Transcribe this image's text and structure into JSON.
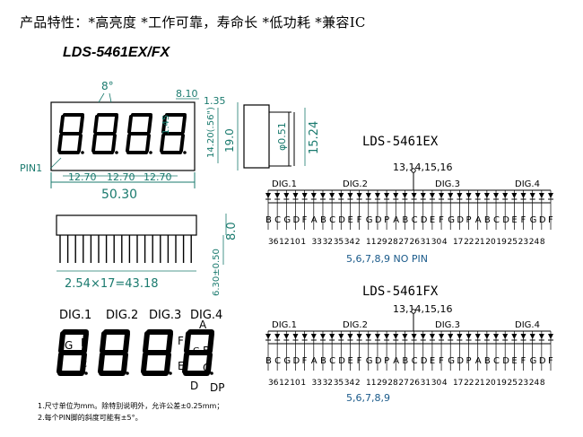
{
  "header": {
    "text": "产品特性：*高亮度 *工作可靠，寿命长 *低功耗 *兼容IC"
  },
  "model": {
    "title": "LDS-5461EX/FX"
  },
  "front_view": {
    "angle": "8°",
    "dim_810": "8.10",
    "dim_135": "1.35",
    "dim_145": "1.45",
    "dim_1420": "14.20(.56\")",
    "dim_190": "19.0",
    "pin1": "PIN1",
    "dim_1270_a": "12.70",
    "dim_1270_b": "12.70",
    "dim_1270_c": "12.70",
    "dim_5030": "50.30"
  },
  "side_view": {
    "dim_051": "φ0.51",
    "dim_1524": "15.24"
  },
  "bottom_view": {
    "dim_pitch": "2.54×17=43.18",
    "dim_630": "6.30±0.50",
    "dim_80": "8.0"
  },
  "segment_diagram": {
    "digits": [
      "DIG.1",
      "DIG.2",
      "DIG.3",
      "DIG.4"
    ],
    "seg_a": "A",
    "seg_b": "B",
    "seg_c": "C",
    "seg_d": "D",
    "seg_e": "E",
    "seg_f": "F",
    "seg_g": "G",
    "seg_dp": "DP",
    "left_g": "G",
    "left_b": "B",
    "left_c": "C"
  },
  "circuit_ex": {
    "title": "LDS-5461EX",
    "common_pins": "13,14,15,16",
    "dig_labels": [
      "DIG.1",
      "DIG.2",
      "DIG.3",
      "DIG.4"
    ],
    "segments": [
      "B",
      "C",
      "G",
      "D",
      "F",
      "A",
      "B",
      "C",
      "D",
      "E",
      "F",
      "G",
      "D",
      "P",
      "A",
      "B",
      "C",
      "D",
      "E",
      "F",
      "G",
      "D",
      "P",
      "A",
      "B",
      "C",
      "D",
      "E",
      "F",
      "G",
      "D",
      "F"
    ],
    "pins": [
      "36",
      "12",
      "10",
      "1",
      "33",
      "32",
      "35",
      "34",
      "2",
      "11",
      "29",
      "28",
      "27",
      "26",
      "31",
      "30",
      "4",
      "17",
      "22",
      "21",
      "20",
      "19",
      "25",
      "23",
      "24",
      "8"
    ],
    "no_pin": "5,6,7,8,9    NO PIN"
  },
  "circuit_fx": {
    "title": "LDS-5461FX",
    "common_pins": "13,14,15,16",
    "dig_labels": [
      "DIG.1",
      "DIG.2",
      "DIG.3",
      "DIG.4"
    ],
    "segments": [
      "B",
      "C",
      "G",
      "D",
      "F",
      "A",
      "B",
      "C",
      "D",
      "E",
      "F",
      "G",
      "D",
      "P",
      "A",
      "B",
      "C",
      "D",
      "E",
      "F",
      "G",
      "D",
      "P",
      "A",
      "B",
      "C",
      "D",
      "E",
      "F",
      "G",
      "D",
      "F"
    ],
    "pins": [
      "36",
      "12",
      "10",
      "1",
      "33",
      "32",
      "35",
      "34",
      "2",
      "11",
      "29",
      "28",
      "27",
      "26",
      "31",
      "30",
      "4",
      "17",
      "22",
      "21",
      "20",
      "19",
      "25",
      "23",
      "24",
      "8"
    ],
    "no_pin": "5,6,7,8,9"
  },
  "notes": {
    "line1": "1.尺寸单位为mm。除特别说明外，允许公差±0.25mm；",
    "line2": "2.每个PIN脚的斜度可能有±5°。"
  },
  "colors": {
    "line": "#000000",
    "dim": "#1a7a6e",
    "note": "#1a5a8a"
  }
}
